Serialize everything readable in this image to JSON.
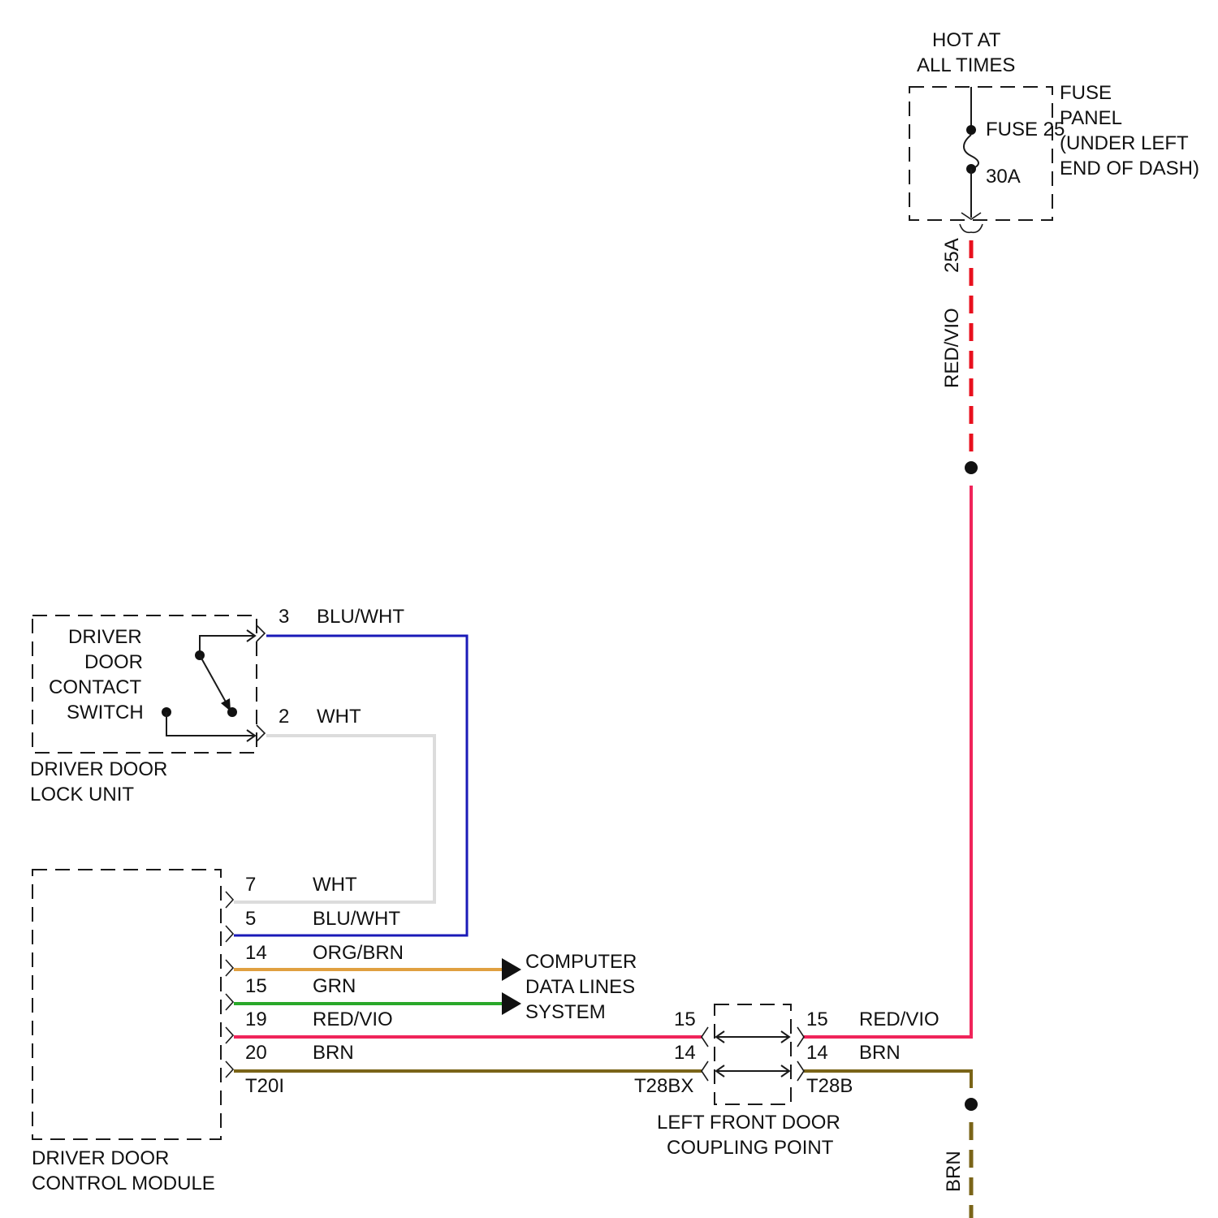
{
  "colors": {
    "red_vio": "#f0245a",
    "red_fused": "#e8101e",
    "blu_wht": "#1a1ab8",
    "wht": "#dcdcdc",
    "org_brn": "#e0a040",
    "grn": "#2aa82a",
    "brn": "#7a6418",
    "outline": "#1a1a1a"
  },
  "fuse_panel": {
    "hot_line1": "HOT AT",
    "hot_line2": "ALL TIMES",
    "fuse_label": "FUSE 25",
    "rating": "30A",
    "panel_lines": [
      "FUSE",
      "PANEL",
      "(UNDER LEFT",
      "END OF DASH)"
    ],
    "output_pin": "25A",
    "output_wire": "RED/VIO"
  },
  "lock_unit": {
    "switch_lines": [
      "DRIVER",
      "DOOR",
      "CONTACT",
      "SWITCH"
    ],
    "unit_lines": [
      "DRIVER DOOR",
      "LOCK UNIT"
    ],
    "pins": [
      {
        "pin": "3",
        "wire": "BLU/WHT"
      },
      {
        "pin": "2",
        "wire": "WHT"
      }
    ]
  },
  "control_module": {
    "label_lines": [
      "DRIVER DOOR",
      "CONTROL MODULE"
    ],
    "connector": "T20I",
    "pins": [
      {
        "pin": "7",
        "wire": "WHT"
      },
      {
        "pin": "5",
        "wire": "BLU/WHT"
      },
      {
        "pin": "14",
        "wire": "ORG/BRN"
      },
      {
        "pin": "15",
        "wire": "GRN"
      },
      {
        "pin": "19",
        "wire": "RED/VIO"
      },
      {
        "pin": "20",
        "wire": "BRN"
      }
    ]
  },
  "data_lines": {
    "lines": [
      "COMPUTER",
      "DATA LINES",
      "SYSTEM"
    ]
  },
  "coupling": {
    "label_lines": [
      "LEFT FRONT DOOR",
      "COUPLING POINT"
    ],
    "left_connector": "T28BX",
    "right_connector": "T28B",
    "left_pins": [
      "15",
      "14"
    ],
    "right_pins": [
      {
        "pin": "15",
        "wire": "RED/VIO"
      },
      {
        "pin": "14",
        "wire": "BRN"
      }
    ]
  },
  "ground_wire": "BRN"
}
